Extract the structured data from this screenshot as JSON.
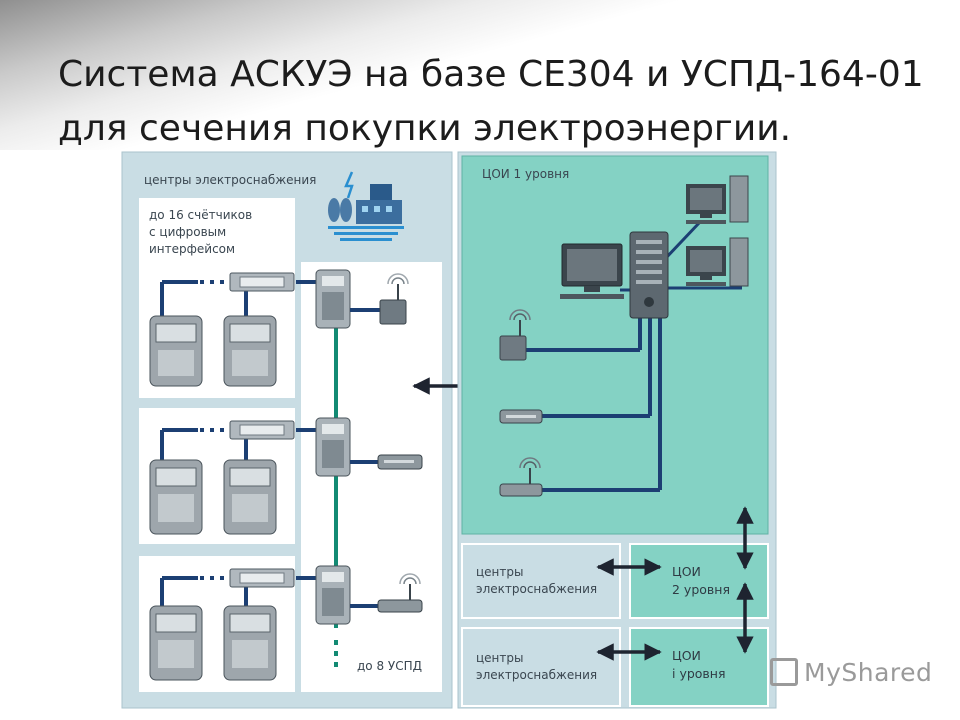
{
  "slide": {
    "title": "Система АСКУЭ на базе СЕ304 и УСПД-164-01 для сечения покупки электроэнергии."
  },
  "diagram": {
    "labels": {
      "supply_centers_top": "центры электроснабжения",
      "meters_note_line1": "до 16 счётчиков",
      "meters_note_line2": "с цифровым",
      "meters_note_line3": "интерфейсом",
      "upto_uspd": "до 8 УСПД",
      "coi_level1_header": "ЦОИ 1 уровня",
      "supply_centers_mid_line1": "центры",
      "supply_centers_mid_line2": "электроснабжения",
      "coi_level2_line1": "ЦОИ",
      "coi_level2_line2": "2 уровня",
      "supply_centers_bot_line1": "центры",
      "supply_centers_bot_line2": "электроснабжения",
      "coi_leveli_line1": "ЦОИ",
      "coi_leveli_line2": "i уровня"
    },
    "colors": {
      "left_panel": "#c9dde4",
      "teal_panel": "#84d2c4",
      "bus_line": "#128a73",
      "link_line": "#1c3f73",
      "arrow": "#1e2430"
    }
  },
  "watermark": {
    "text": "MyShared"
  }
}
